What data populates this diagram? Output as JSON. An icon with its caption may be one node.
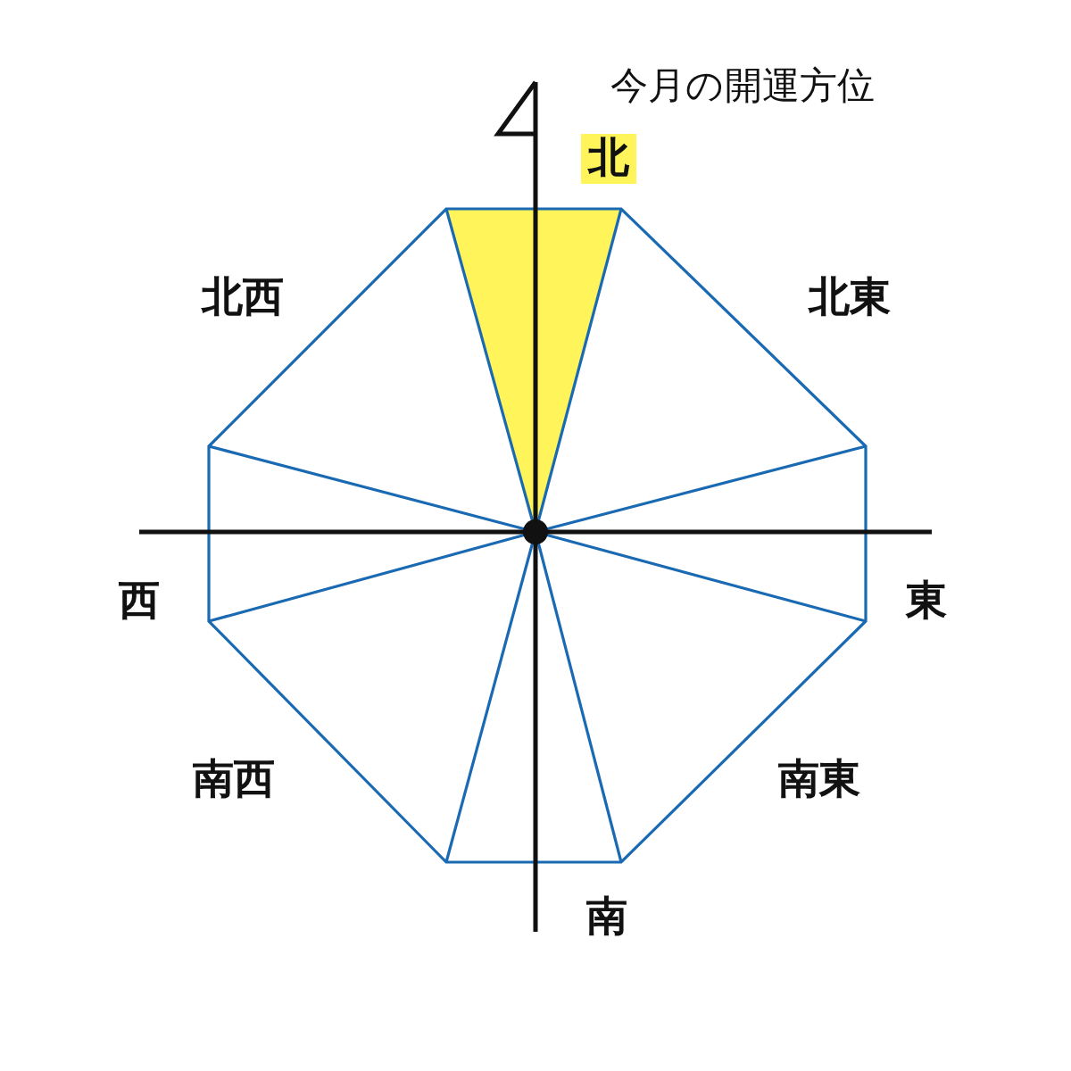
{
  "diagram": {
    "title": "今月の開運方位",
    "labels": [
      "北",
      "北西",
      "北東",
      "西",
      "東",
      "南西",
      "南東",
      "南"
    ]
  }
}
